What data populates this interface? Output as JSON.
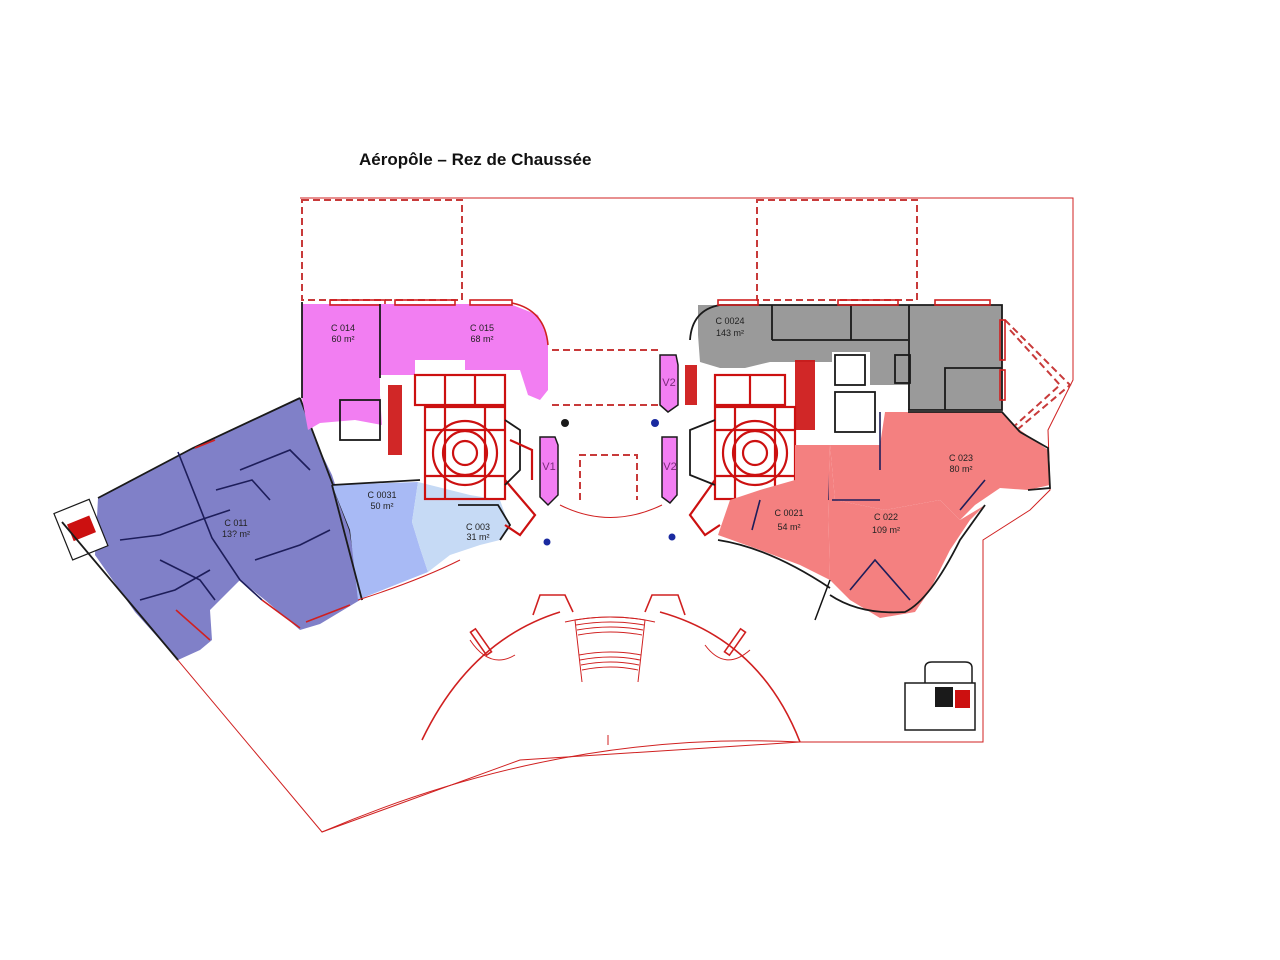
{
  "title": "Aéropôle – Rez de Chaussée",
  "colors": {
    "magenta": "#f27ef2",
    "navy": "#8080c8",
    "light_blue": "#a8baf5",
    "pale_blue": "#c6daf5",
    "gray": "#9a9a9a",
    "salmon": "#f48080",
    "wall_red": "#d02020"
  },
  "units": [
    {
      "id": "C 014",
      "area": "60 m²",
      "color": "magenta"
    },
    {
      "id": "C 015",
      "area": "68 m²",
      "color": "magenta"
    },
    {
      "id": "C 011",
      "area": "13? m²",
      "color": "navy"
    },
    {
      "id": "C 0031",
      "area": "50 m²",
      "color": "light_blue"
    },
    {
      "id": "C 003",
      "area": "31 m²",
      "color": "pale_blue"
    },
    {
      "id": "C 0024",
      "area": "143 m²",
      "color": "gray"
    },
    {
      "id": "C 023",
      "area": "80 m²",
      "color": "salmon"
    },
    {
      "id": "C 0021",
      "area": "54 m²",
      "color": "salmon"
    },
    {
      "id": "C 022",
      "area": "109 m²",
      "color": "salmon"
    }
  ],
  "vertical_circulations": [
    {
      "label": "V1"
    },
    {
      "label": "V2"
    },
    {
      "label": "V2"
    }
  ]
}
